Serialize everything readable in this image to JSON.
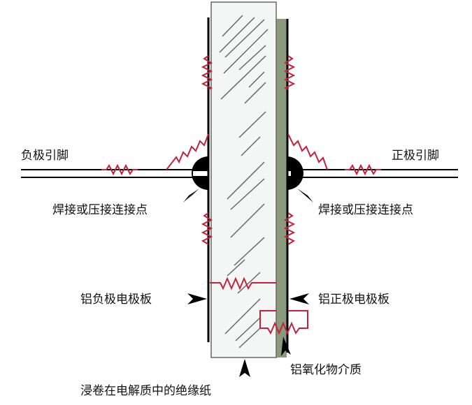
{
  "labels": {
    "negative_lead": "负极引脚",
    "positive_lead": "正极引脚",
    "weld_point_left": "焊接或压接连接点",
    "weld_point_right": "焊接或压接连接点",
    "negative_plate": "铝负极电极板",
    "positive_plate": "铝正极电极板",
    "oxide_dielectric": "铝氧化物介质",
    "insulating_paper": "浸卷在电解质中的绝缘纸"
  },
  "colors": {
    "resistor": "#c4213a",
    "oxide_layer": "#8a9a7c",
    "paper": "#f4f6f6",
    "conductor": "#000000"
  }
}
